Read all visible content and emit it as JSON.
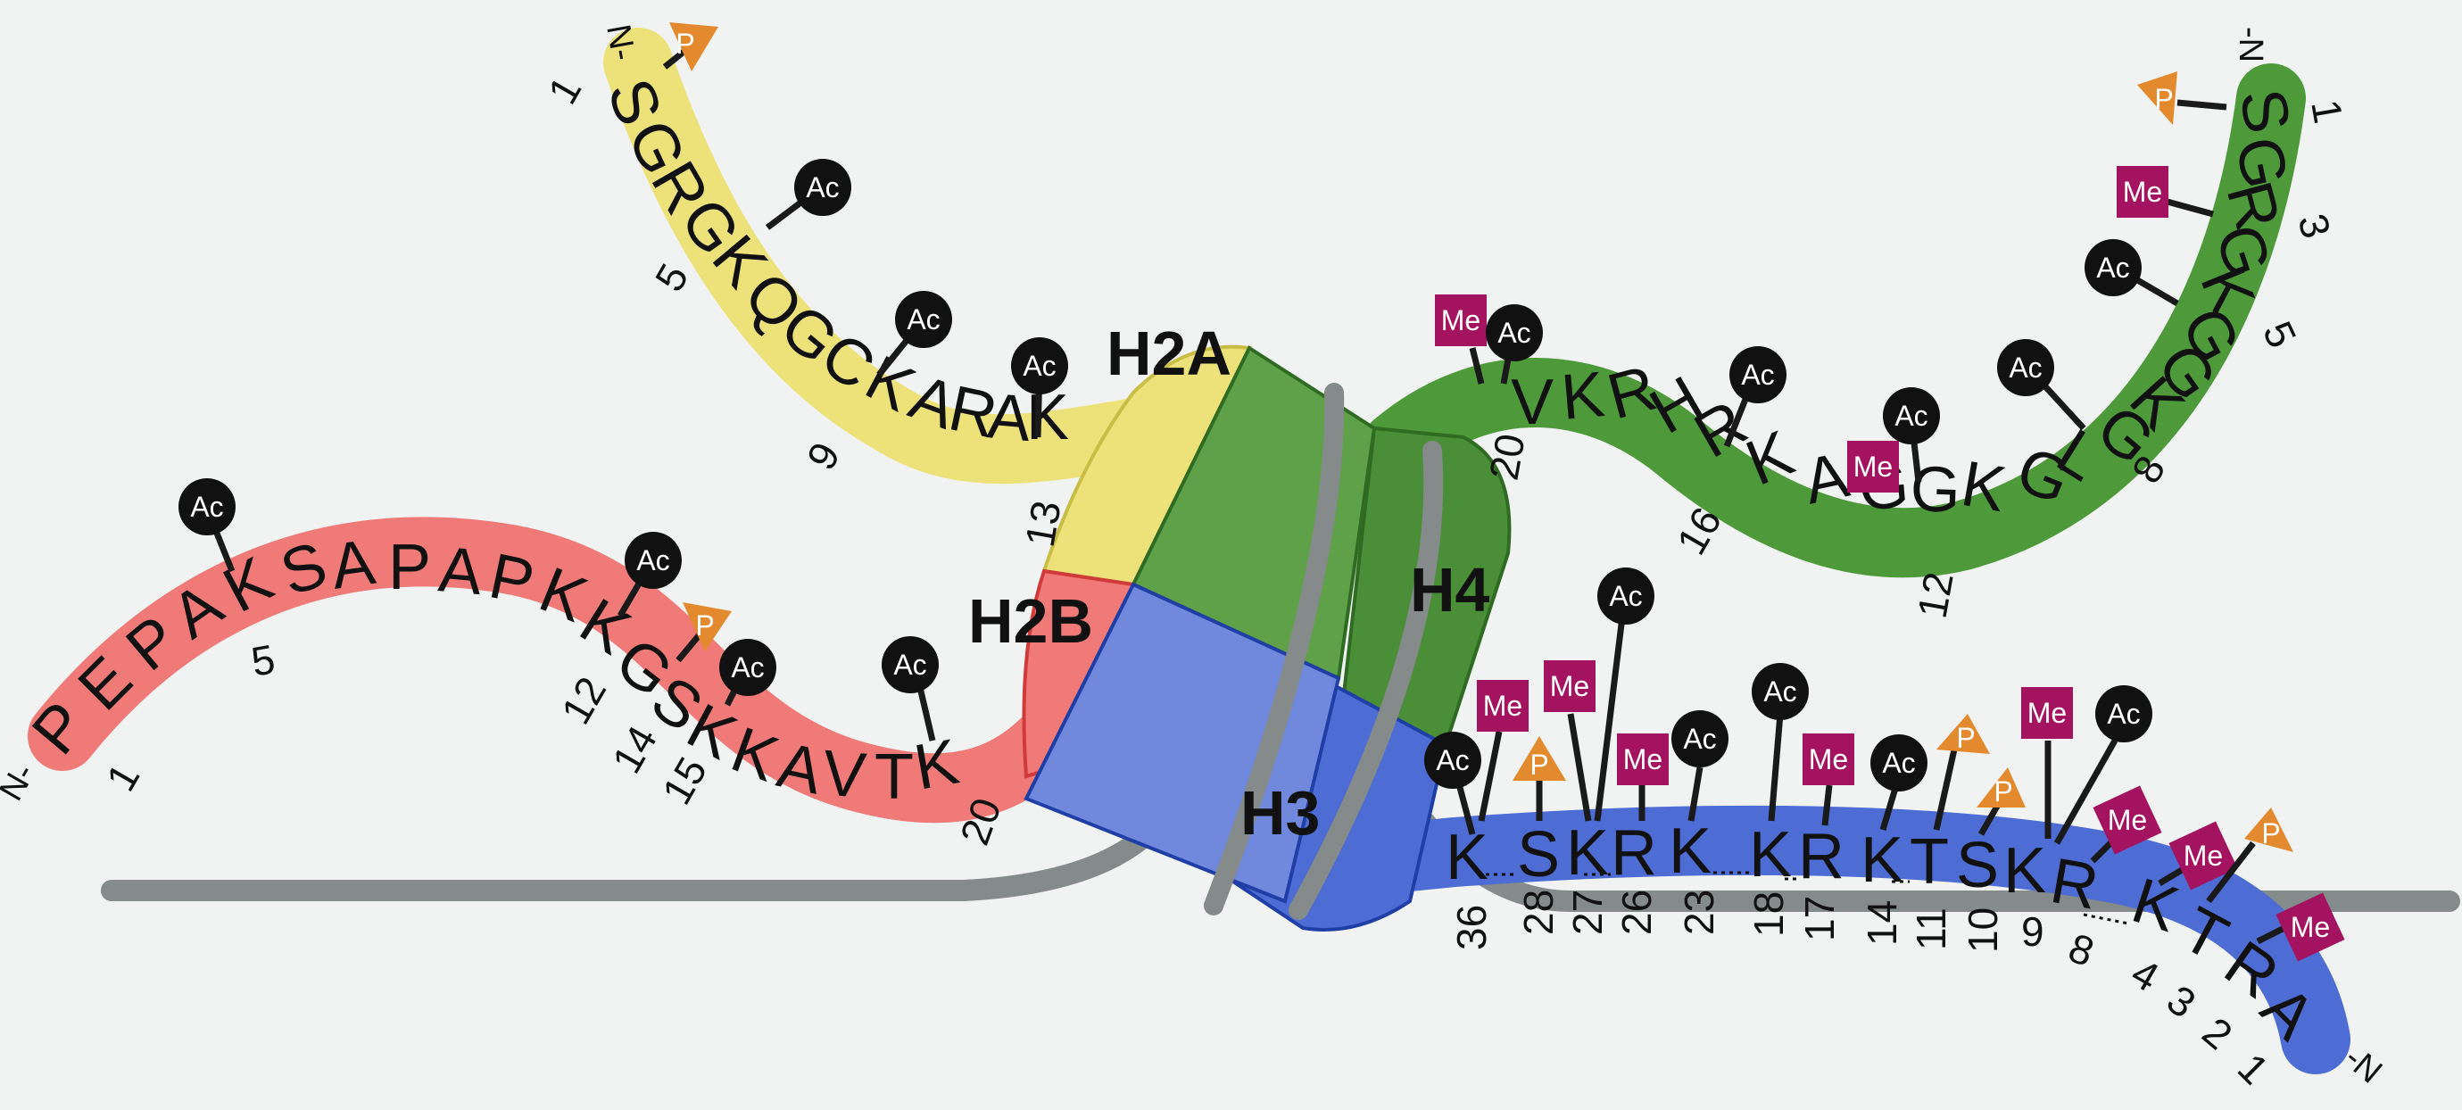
{
  "colors": {
    "background": "#f1f3f3",
    "h2a_tail": "#ede27a",
    "h2b_tail": "#f07a78",
    "h3_tail": "#4d6cd4",
    "h4_tail": "#4e9a3b",
    "dna": "#858a8a",
    "acetyl": "#111111",
    "methyl": "#a3135f",
    "phospho": "#e48a2e"
  },
  "nucleosome": {
    "labels": {
      "h2a": "H2A",
      "h2b": "H2B",
      "h3": "H3",
      "h4": "H4"
    }
  },
  "marks": {
    "acetyl": "Ac",
    "methyl": "Me",
    "phospho": "P"
  },
  "termini": {
    "n": "N-",
    "n_reversed": "-N"
  },
  "h2a": {
    "sequence": [
      "S",
      "G",
      "R",
      "G",
      "K",
      "Q",
      "G",
      "C",
      "K",
      "A",
      "R",
      "A",
      "K"
    ],
    "positions": [
      "1",
      "5",
      "9",
      "13"
    ]
  },
  "h2b": {
    "sequence": [
      "P",
      "E",
      "P",
      "A",
      "K",
      "S",
      "A",
      "P",
      "A",
      "P",
      "K",
      "K",
      "G",
      "S",
      "K",
      "K",
      "A",
      "V",
      "T",
      "K"
    ],
    "positions": [
      "1",
      "5",
      "12",
      "14",
      "15",
      "20"
    ]
  },
  "h4": {
    "sequence": [
      "S",
      "G",
      "R",
      "G",
      "K",
      "G",
      "G",
      "K",
      "G",
      "L",
      "G",
      "K",
      "G",
      "G",
      "A",
      "K",
      "R",
      "H",
      "R",
      "K",
      "V"
    ],
    "positions": [
      "1",
      "3",
      "5",
      "8",
      "12",
      "16",
      "20"
    ]
  },
  "h3": {
    "sequence": [
      "K",
      "S",
      "K",
      "R",
      "K",
      "K",
      "R",
      "K",
      "T",
      "S",
      "K",
      "R",
      "K",
      "T",
      "R",
      "A"
    ],
    "positions": [
      "36",
      "28",
      "27",
      "26",
      "23",
      "18",
      "17",
      "14",
      "11",
      "10",
      "9",
      "8",
      "4",
      "3",
      "2",
      "1"
    ]
  }
}
